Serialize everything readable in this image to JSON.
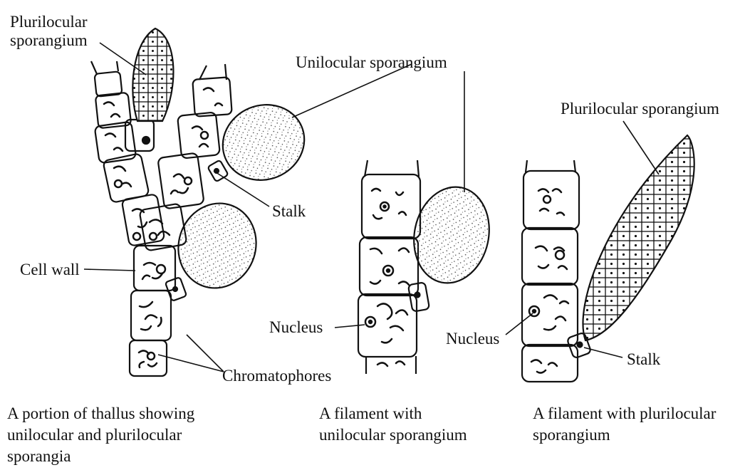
{
  "labels": {
    "plurilocular_left_line1": "Plurilocular",
    "plurilocular_left_line2": "sporangium",
    "unilocular": "Unilocular sporangium",
    "plurilocular_right": "Plurilocular sporangium",
    "stalk_left": "Stalk",
    "stalk_right": "Stalk",
    "cell_wall": "Cell wall",
    "nucleus_mid": "Nucleus",
    "nucleus_right": "Nucleus",
    "chromatophores": "Chromatophores"
  },
  "captions": {
    "left": [
      "A portion of thallus showing",
      "unilocular and plurilocular",
      "sporangia"
    ],
    "middle": [
      "A filament with",
      "unilocular sporangium"
    ],
    "right": [
      "A filament with plurilocular",
      "sporangium"
    ]
  }
}
